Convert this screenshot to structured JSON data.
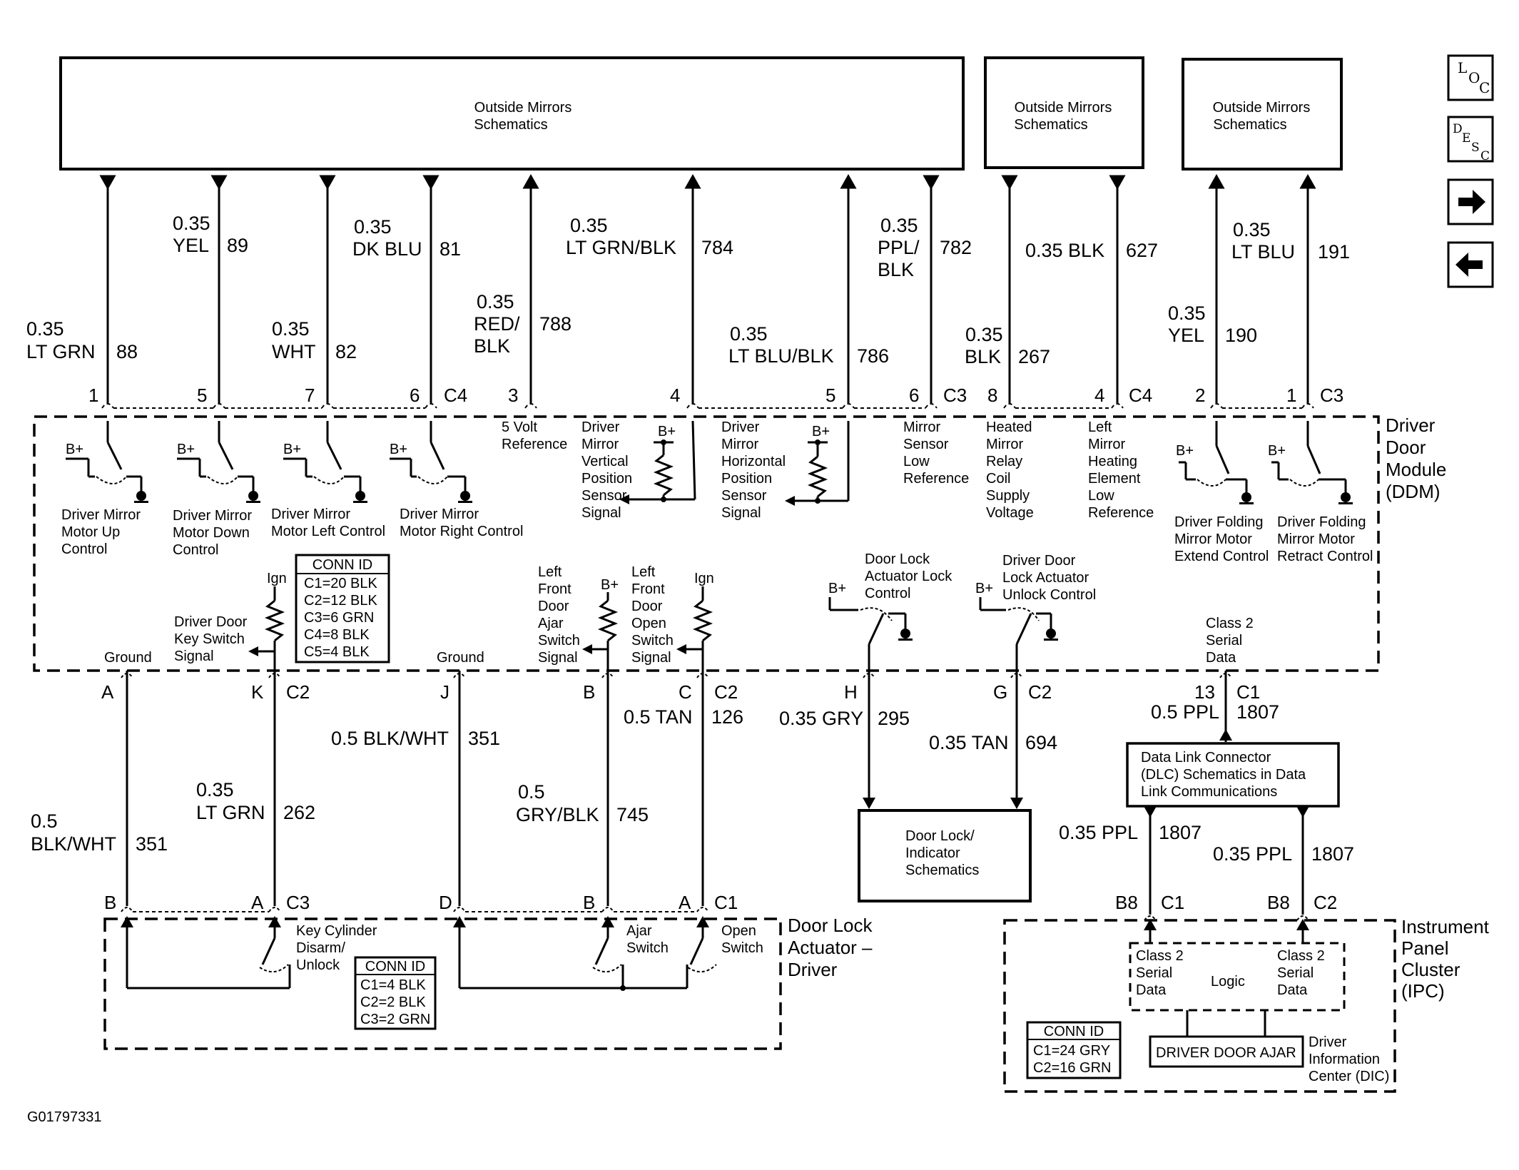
{
  "boxes": {
    "om1": [
      "Outside Mirrors",
      "Schematics"
    ],
    "om2": [
      "Outside Mirrors",
      "Schematics"
    ],
    "om3": [
      "Outside Mirrors",
      "Schematics"
    ],
    "dlc": [
      "Data Link Connector",
      "(DLC) Schematics in Data",
      "Link Communications"
    ],
    "doorlock": [
      "Door Lock/",
      "Indicator",
      "Schematics"
    ]
  },
  "nav": {
    "loc": "LOC",
    "desc": "DESC",
    "next_icon": "arrow-right-icon",
    "prev_icon": "arrow-left-icon"
  },
  "top_wires": {
    "w88": [
      "0.35",
      "LT GRN",
      "88"
    ],
    "w89": [
      "0.35",
      "YEL",
      "89"
    ],
    "w82": [
      "0.35",
      "WHT",
      "82"
    ],
    "w81": [
      "0.35",
      "DK BLU",
      "81"
    ],
    "w788": [
      "0.35",
      "RED/",
      "BLK",
      "788"
    ],
    "w784": [
      "0.35",
      "LT GRN/BLK",
      "784"
    ],
    "w786": [
      "0.35",
      "LT BLU/BLK",
      "786"
    ],
    "w782": [
      "0.35",
      "PPL/",
      "BLK",
      "782"
    ],
    "w627": [
      "0.35 BLK",
      "627"
    ],
    "w267": [
      "0.35",
      "BLK",
      "267"
    ],
    "w190": [
      "0.35",
      "YEL",
      "190"
    ],
    "w191": [
      "0.35",
      "LT BLU",
      "191"
    ]
  },
  "top_pins": [
    "1",
    "5",
    "7",
    "6",
    "C4",
    "3",
    "4",
    "5",
    "6",
    "C3",
    "8",
    "4",
    "C4",
    "2",
    "1",
    "C3"
  ],
  "ddm": {
    "title": [
      "Driver",
      "Door",
      "Module",
      "(DDM)"
    ],
    "labels": {
      "up": [
        "Driver Mirror",
        "Motor Up",
        "Control"
      ],
      "down": [
        "Driver Mirror",
        "Motor Down",
        "Control"
      ],
      "left": [
        "Driver Mirror",
        "Motor Left Control"
      ],
      "right": [
        "Driver Mirror",
        "Motor Right Control"
      ],
      "five_volt": [
        "5 Volt",
        "Reference"
      ],
      "vert": [
        "Driver",
        "Mirror",
        "Vertical",
        "Position",
        "Sensor",
        "Signal"
      ],
      "horiz": [
        "Driver",
        "Mirror",
        "Horizontal",
        "Position",
        "Sensor",
        "Signal"
      ],
      "lowref": [
        "Mirror",
        "Sensor",
        "Low",
        "Reference"
      ],
      "relay": [
        "Heated",
        "Mirror",
        "Relay",
        "Coil",
        "Supply",
        "Voltage"
      ],
      "heat": [
        "Left",
        "Mirror",
        "Heating",
        "Element",
        "Low",
        "Reference"
      ],
      "fold_ext": [
        "Driver Folding",
        "Mirror Motor",
        "Extend Control"
      ],
      "fold_ret": [
        "Driver Folding",
        "Mirror Motor",
        "Retract Control"
      ],
      "key_switch": [
        "Driver Door",
        "Key Switch",
        "Signal"
      ],
      "ajar": [
        "Left",
        "Front",
        "Door",
        "Ajar",
        "Switch",
        "Signal"
      ],
      "open": [
        "Left",
        "Front",
        "Door",
        "Open",
        "Switch",
        "Signal"
      ],
      "lock": [
        "Door Lock",
        "Actuator Lock",
        "Control"
      ],
      "unlock": [
        "Driver Door",
        "Lock Actuator",
        "Unlock Control"
      ],
      "class2": [
        "Class 2",
        "Serial",
        "Data"
      ],
      "ground1": "Ground",
      "ground2": "Ground",
      "bplus": "B+",
      "ign": "Ign"
    },
    "conn_id": [
      "CONN ID",
      "C1=20 BLK",
      "C2=12 BLK",
      "C3=6 GRN",
      "C4=8 BLK",
      "C5=4 BLK"
    ]
  },
  "mid_pins": [
    "A",
    "K",
    "C2",
    "J",
    "B",
    "C",
    "C2",
    "H",
    "G",
    "C2",
    "13",
    "C1"
  ],
  "mid_wires": {
    "w351a": [
      "0.5",
      "BLK/WHT",
      "351"
    ],
    "w262": [
      "0.35",
      "LT GRN",
      "262"
    ],
    "w351b": [
      "0.5 BLK/WHT",
      "351"
    ],
    "w745": [
      "0.5",
      "GRY/BLK",
      "745"
    ],
    "w126": [
      "0.5 TAN",
      "126"
    ],
    "w295": [
      "0.35 GRY",
      "295"
    ],
    "w694": [
      "0.35 TAN",
      "694"
    ],
    "w1807a": [
      "0.5 PPL",
      "1807"
    ],
    "w1807b": [
      "0.35 PPL",
      "1807"
    ],
    "w1807c": [
      "0.35 PPL",
      "1807"
    ]
  },
  "bottom_pins": [
    "B",
    "A",
    "C3",
    "D",
    "B",
    "A",
    "C1",
    "B8",
    "C1",
    "B8",
    "C2"
  ],
  "actuator": {
    "title": [
      "Door Lock",
      "Actuator –",
      "Driver"
    ],
    "key_cyl": [
      "Key Cylinder",
      "Disarm/",
      "Unlock"
    ],
    "ajar": [
      "Ajar",
      "Switch"
    ],
    "open": [
      "Open",
      "Switch"
    ],
    "conn_id": [
      "CONN ID",
      "C1=4 BLK",
      "C2=2 BLK",
      "C3=2 GRN"
    ]
  },
  "ipc": {
    "title": [
      "Instrument",
      "Panel",
      "Cluster",
      "(IPC)"
    ],
    "class2_left": [
      "Class 2",
      "Serial",
      "Data"
    ],
    "class2_right": [
      "Class 2",
      "Serial",
      "Data"
    ],
    "logic": "Logic",
    "ajar_box": "DRIVER DOOR AJAR",
    "dic": [
      "Driver",
      "Information",
      "Center (DIC)"
    ],
    "conn_id": [
      "CONN ID",
      "C1=24 GRY",
      "C2=16 GRN"
    ]
  },
  "figure_id": "G01797331"
}
